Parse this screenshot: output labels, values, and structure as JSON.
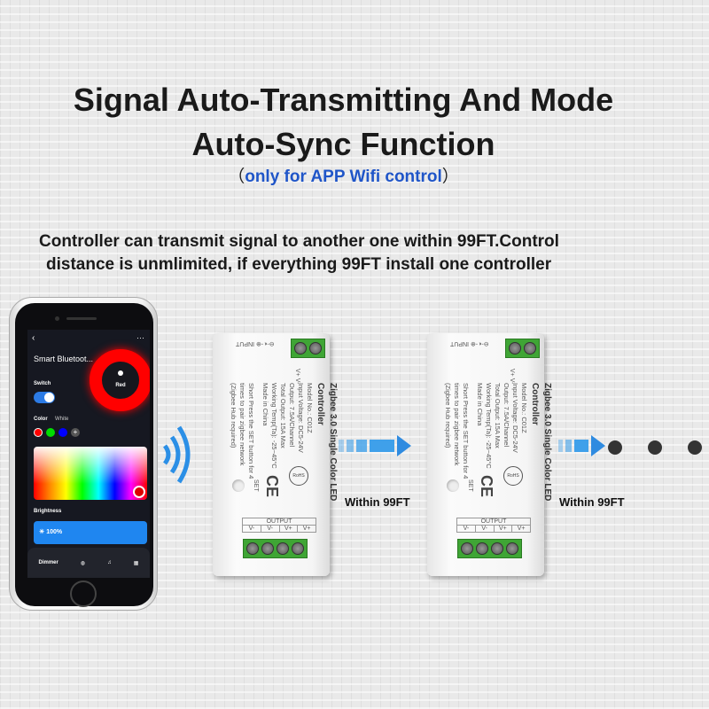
{
  "title": {
    "line1": "Signal Auto-Transmitting And Mode",
    "line2": "Auto-Sync Function",
    "subtitle": "only for APP Wifi control",
    "paren_open": "（",
    "paren_close": "）"
  },
  "description": {
    "line1": "Controller can transmit signal to another one within 99FT.Control",
    "line2": "distance is unmlimited, if everything 99FT install one controller"
  },
  "phone": {
    "back": "‹",
    "more": "···",
    "app_name": "Smart  Bluetoot...",
    "ring_label": "Red",
    "ring_color": "#ff0000",
    "switch_label": "Switch",
    "switch_on": true,
    "color_label": "Color",
    "white_label": "White",
    "swatches": [
      "#ff0000",
      "#00dd00",
      "#0000ff"
    ],
    "add": "+",
    "brightness_label": "Brightness",
    "brightness": "100%",
    "brightness_icon": "sun-icon",
    "nav": [
      "Dimmer",
      "palette-icon",
      "music-icon",
      "grid-icon"
    ]
  },
  "controller": {
    "input": "⊖-◐-⊕  INPUT",
    "vplus": "V+   V-",
    "title": "Zigbee 3.0 Single Color LED Controller",
    "specs": [
      "Model No.: C01Z",
      "Input Voltage: DC5-24V",
      "Output: 7.5A/Channel",
      "Total Output: 15A Max",
      "Working Temp(Ta): -25~45°C",
      "Made in China"
    ],
    "note": [
      "Short Press the SET button for 4",
      "times to pair zigbee network",
      "(Zigbee Hub required)"
    ],
    "set": "SET",
    "ce": "CE",
    "rohs": "RoHS",
    "output": "OUTPUT",
    "output_pins": [
      "V-",
      "V-",
      "V+",
      "V+"
    ]
  },
  "distance_label": "Within 99FT",
  "colors": {
    "accent_blue": "#1f55c8",
    "arrow": "#3fa0ea",
    "terminal": "#3fa535"
  }
}
